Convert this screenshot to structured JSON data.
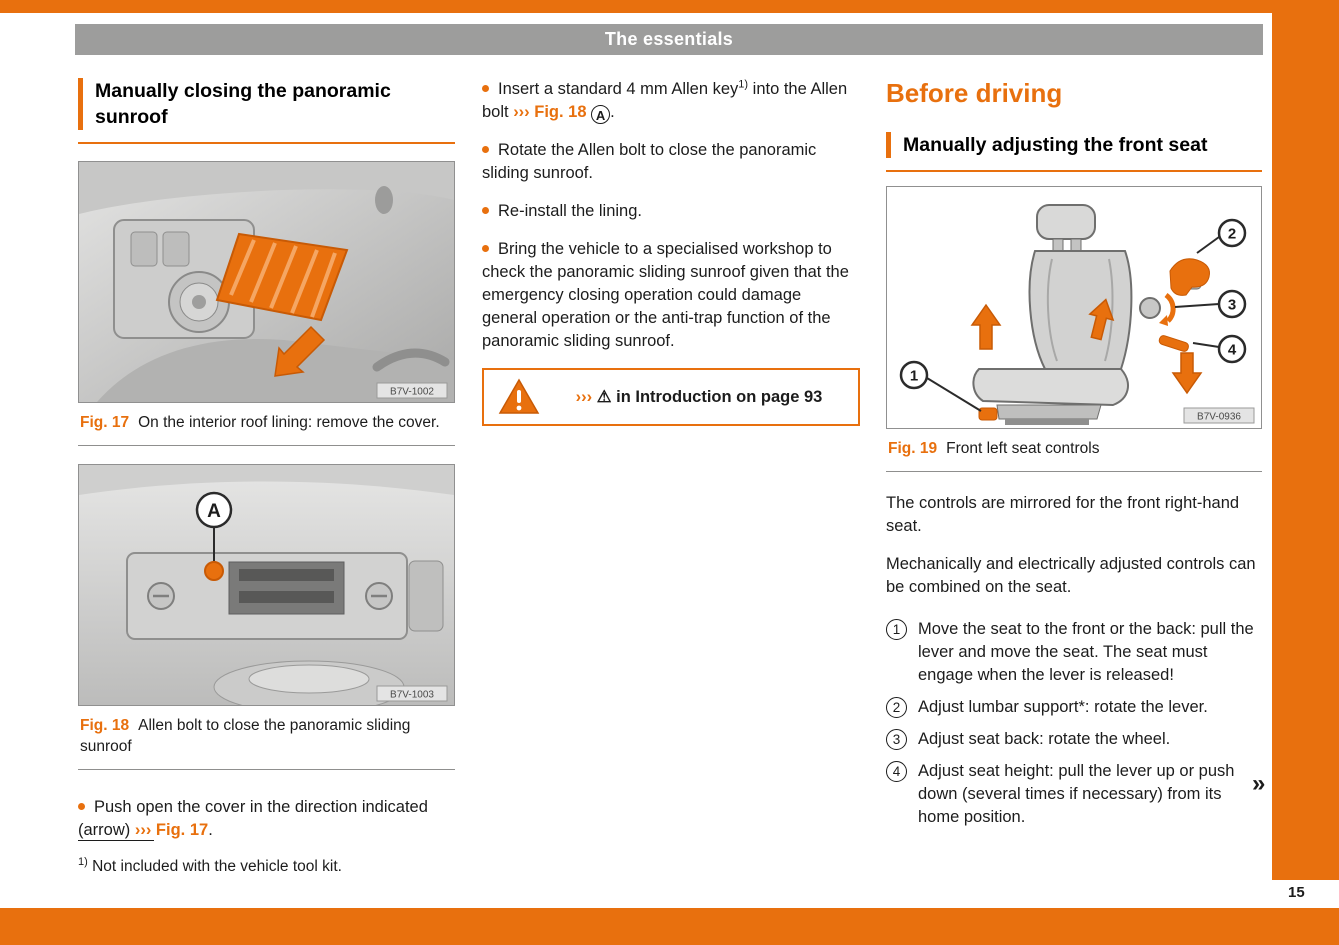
{
  "colors": {
    "accent": "#e8700e",
    "header_gray": "#9d9d9c"
  },
  "header": {
    "title": "The essentials"
  },
  "page_number": "15",
  "left": {
    "heading": "Manually closing the panoramic sunroof",
    "fig17": {
      "label": "Fig. 17",
      "caption": "On the interior roof lining: remove the cover.",
      "code": "B7V-1002"
    },
    "fig18": {
      "label": "Fig. 18",
      "caption": "Allen bolt to close the panoramic sliding sunroof",
      "code": "B7V-1003",
      "callout": "A"
    },
    "bullet": {
      "pre": "Push open the cover in the direction indicated (arrow) ",
      "chevrons": "›››",
      "link": "Fig. 17",
      "post": "."
    },
    "footnote": {
      "marker": "1)",
      "text": "Not included with the vehicle tool kit."
    }
  },
  "middle": {
    "bullet1": {
      "pre": "Insert a standard 4 mm Allen key",
      "sup": "1)",
      "mid": " into the Allen bolt ",
      "chevrons": "›››",
      "link": "Fig. 18",
      "callout": "A",
      "post": "."
    },
    "bullet2": "Rotate the Allen bolt to close the panoramic sliding sunroof.",
    "bullet3": "Re-install the lining.",
    "bullet4": "Bring the vehicle to a specialised workshop to check the panoramic sliding sunroof given that the emergency closing operation could damage general operation or the anti-trap function of the panoramic sliding sunroof.",
    "warning": {
      "chevrons": "›››",
      "symbol": "⚠",
      "text": "in Introduction on page 93"
    }
  },
  "right": {
    "heading": "Before driving",
    "subheading": "Manually adjusting the front seat",
    "fig19": {
      "label": "Fig. 19",
      "caption": "Front left seat controls",
      "code": "B7V-0936",
      "callouts": [
        "1",
        "2",
        "3",
        "4"
      ]
    },
    "para1": "The controls are mirrored for the front right-hand seat.",
    "para2": "Mechanically and electrically adjusted controls can be combined on the seat.",
    "items": [
      {
        "num": "1",
        "text": "Move the seat to the front or the back: pull the lever and move the seat. The seat must engage when the lever is released!"
      },
      {
        "num": "2",
        "text": "Adjust lumbar support*: rotate the lever."
      },
      {
        "num": "3",
        "text": "Adjust seat back: rotate the wheel."
      },
      {
        "num": "4",
        "text": "Adjust seat height: pull the lever up or push down (several times if necessary) from its home position."
      }
    ],
    "continuation": "»"
  }
}
